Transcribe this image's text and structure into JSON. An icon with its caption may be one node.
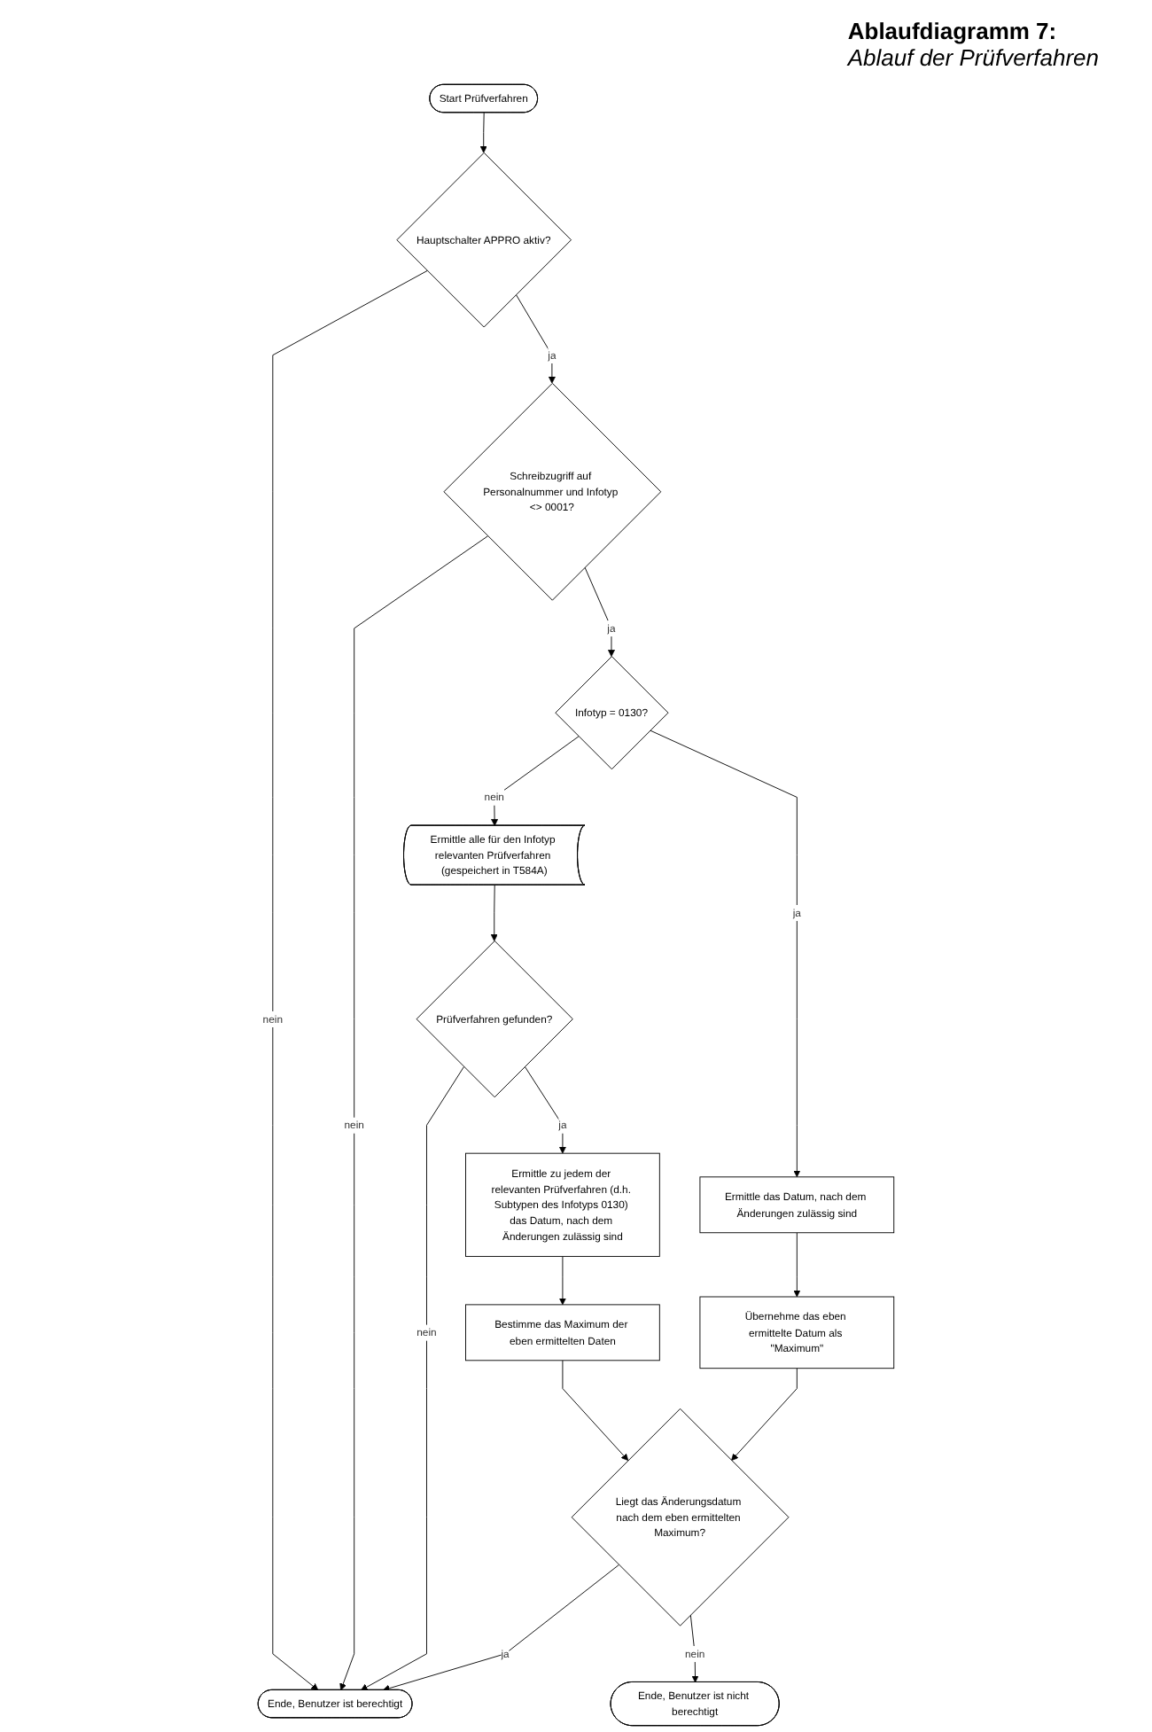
{
  "diagram": {
    "title": "Ablaufdiagramm 7:",
    "caption": "Ablauf der Prüfverfahren",
    "nodes": [
      {
        "text": [
          "Start Prüfverfahren"
        ]
      },
      {
        "text": [
          "Hauptschalter APPRO aktiv?"
        ]
      },
      {
        "text": [
          "Schreibzugriff auf Personalnummer und Infotyp <> 0001?"
        ]
      },
      {
        "text": [
          "Infotyp = 0130?"
        ]
      },
      {
        "text": [
          "Ermittle alle für den Infotyp relevanten Prüfverfahren (gespeichert in T584A)"
        ]
      },
      {
        "text": [
          "Prüfverfahren gefunden?"
        ]
      },
      {
        "text": [
          "Ermittle zu jedem der relevanten Prüfverfahren (d.h. Subtypen des Infotyps 0130) das Datum, nach dem Änderungen zulässig sind"
        ]
      },
      {
        "text": [
          "Bestimme das Maximum der eben ermittelten Daten"
        ]
      },
      {
        "text": [
          "Ermittle das Datum, nach dem Änderungen zulässig sind"
        ]
      },
      {
        "text": [
          "Übernehme das eben ermittelte Datum als \"Maximum\""
        ]
      },
      {
        "text": [
          "Liegt das Änderungsdatum nach dem eben ermittelten Maximum?"
        ]
      },
      {
        "text": [
          "Ende, Benutzer ist berechtigt"
        ]
      },
      {
        "text": [
          "Ende, Benutzer ist nicht berechtigt"
        ]
      }
    ],
    "edges": [
      {
        "from": 0,
        "to": 1,
        "arrow": "to"
      },
      {
        "from": 1,
        "to": 11,
        "arrow": "to",
        "label": "nein"
      },
      {
        "from": 1,
        "to": 2,
        "arrow": "to",
        "label": "ja"
      },
      {
        "from": 2,
        "to": 11,
        "arrow": "to",
        "label": "nein"
      },
      {
        "from": 2,
        "to": 3,
        "arrow": "to",
        "label": "ja"
      },
      {
        "from": 3,
        "to": 4,
        "arrow": "to",
        "label": "nein"
      },
      {
        "from": 3,
        "to": 8,
        "arrow": "to",
        "label": "ja"
      },
      {
        "from": 4,
        "to": 5,
        "arrow": "to"
      },
      {
        "from": 5,
        "to": 11,
        "arrow": "to",
        "label": "nein"
      },
      {
        "from": 5,
        "to": 6,
        "arrow": "to",
        "label": "ja"
      },
      {
        "from": 6,
        "to": 7,
        "arrow": "to"
      },
      {
        "from": 7,
        "to": 10,
        "arrow": "to"
      },
      {
        "from": 8,
        "to": 9,
        "arrow": "to"
      },
      {
        "from": 9,
        "to": 10,
        "arrow": "to"
      },
      {
        "from": 10,
        "to": 11,
        "arrow": "to",
        "label": "ja"
      },
      {
        "from": 10,
        "to": 12,
        "arrow": "to",
        "label": "nein"
      }
    ]
  }
}
